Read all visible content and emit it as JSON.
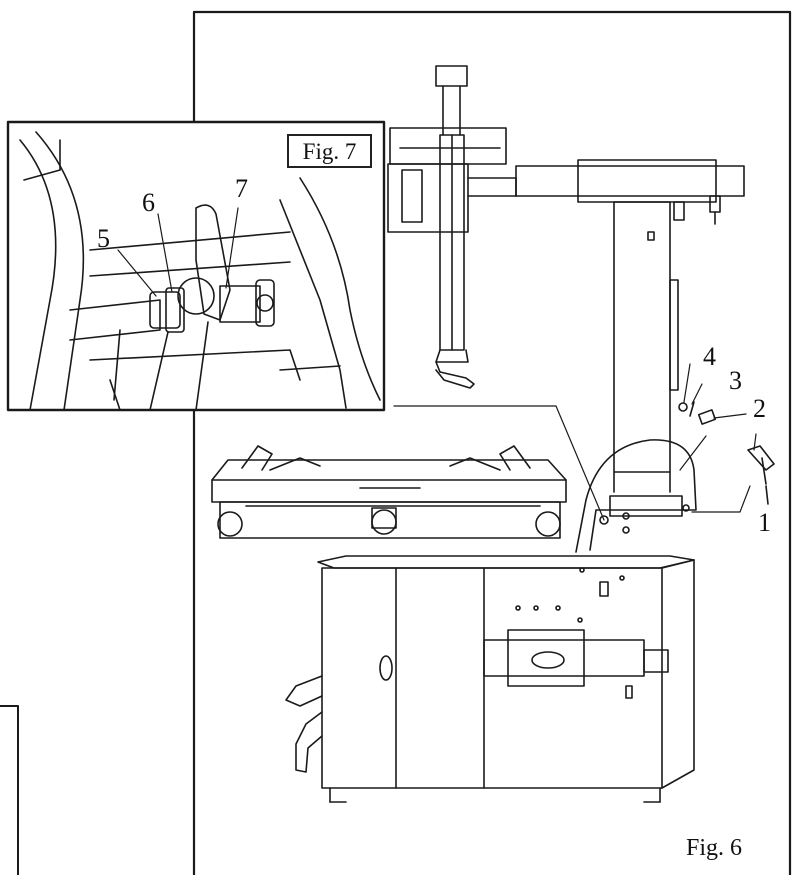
{
  "figures": {
    "main_label": "Fig. 6",
    "inset_label": "Fig. 7"
  },
  "callouts": {
    "c1": "1",
    "c2": "2",
    "c3": "3",
    "c4": "4",
    "c5": "5",
    "c6": "6",
    "c7": "7"
  },
  "colors": {
    "line": "#1a1a1a",
    "paper": "#ffffff"
  }
}
